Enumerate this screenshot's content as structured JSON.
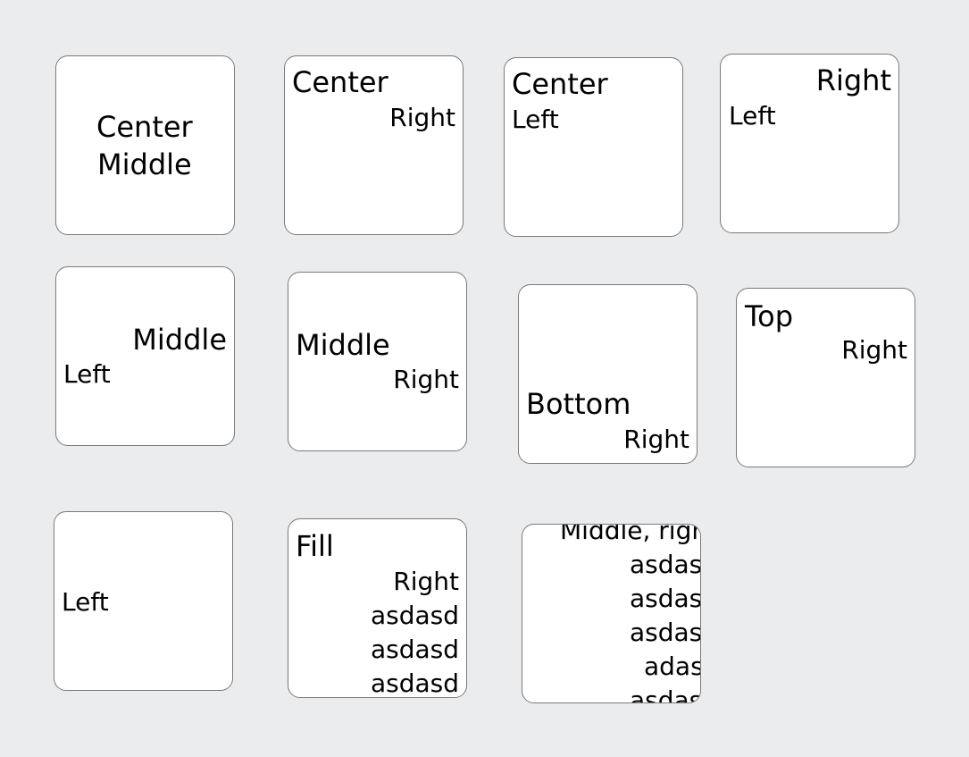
{
  "boxes": [
    {
      "lines": [
        "Center",
        "Middle"
      ]
    },
    {
      "lines": [
        "Center",
        "Right"
      ]
    },
    {
      "lines": [
        "Center",
        "Left"
      ]
    },
    {
      "lines": [
        "Right",
        "Left"
      ]
    },
    {
      "lines": [
        "Middle",
        "Left"
      ]
    },
    {
      "lines": [
        "Middle",
        "Right"
      ]
    },
    {
      "lines": [
        "Bottom",
        "Right"
      ]
    },
    {
      "lines": [
        "Top",
        "Right"
      ]
    },
    {
      "lines": [
        "Left"
      ]
    },
    {
      "lines": [
        "Fill",
        "Right",
        "asdasd",
        "asdasd",
        "asdasd"
      ]
    },
    {
      "lines": [
        "Middle, right",
        "asdasd",
        "asdasd",
        "asdasd",
        "adasd",
        "asdasd"
      ]
    }
  ]
}
